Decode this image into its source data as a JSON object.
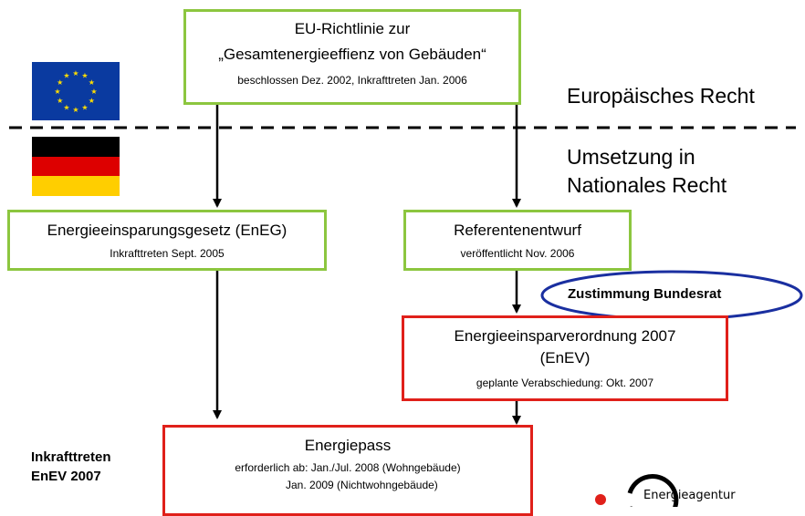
{
  "eu_box": {
    "line1": "EU-Richtlinie zur",
    "line2": "„Gesamtenergieeffienz von Gebäuden“",
    "sub": "beschlossen Dez. 2002, Inkrafttreten Jan. 2006"
  },
  "labels": {
    "european_law": "Europäisches Recht",
    "national_line1": "Umsetzung in",
    "national_line2": "Nationales Recht",
    "bundesrat": "Zustimmung Bundesrat",
    "inkraft_line1": "Inkrafttreten",
    "inkraft_line2": "EnEV 2007"
  },
  "eneg_box": {
    "title": "Energieeinsparungsgesetz (EnEG)",
    "sub": "Inkrafttreten Sept. 2005"
  },
  "referenten_box": {
    "title": "Referentenentwurf",
    "sub": "veröffentlicht Nov. 2006"
  },
  "enev_box": {
    "line1": "Energieeinsparverordnung 2007",
    "line2": "(EnEV)",
    "sub": "geplante Verabschiedung: Okt. 2007"
  },
  "energiepass_box": {
    "title": "Energiepass",
    "sub1": "erforderlich ab: Jan./Jul. 2008 (Wohngebäude)",
    "sub2": "Jan. 2009 (Nichtwohngebäude)"
  },
  "logo": {
    "text": "Energieagentur"
  },
  "colors": {
    "green_border": "#8cc63f",
    "red_border": "#e0201a",
    "eu_blue": "#0a3aa0",
    "eu_star": "#ffdd00",
    "ellipse": "#1a2fa0",
    "de_black": "#000000",
    "de_red": "#dd0000",
    "de_gold": "#ffce00"
  }
}
